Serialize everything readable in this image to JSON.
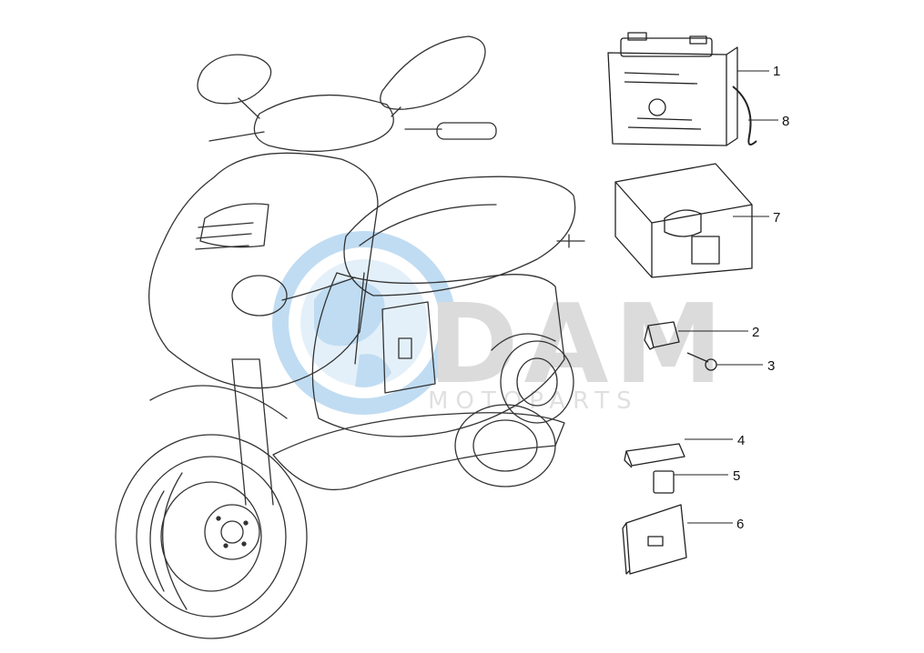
{
  "watermark": {
    "brand": "DAM",
    "tagline": "MOTOPARTS",
    "color": "#6fa8d8"
  },
  "callouts": [
    {
      "number": "1",
      "part": "battery"
    },
    {
      "number": "2",
      "part": "relay"
    },
    {
      "number": "3",
      "part": "screw"
    },
    {
      "number": "4",
      "part": "fuse-holder"
    },
    {
      "number": "5",
      "part": "fuse"
    },
    {
      "number": "6",
      "part": "electronic-control-unit"
    },
    {
      "number": "7",
      "part": "battery-box"
    },
    {
      "number": "8",
      "part": "breather-tube"
    }
  ],
  "line_color": "#222222"
}
